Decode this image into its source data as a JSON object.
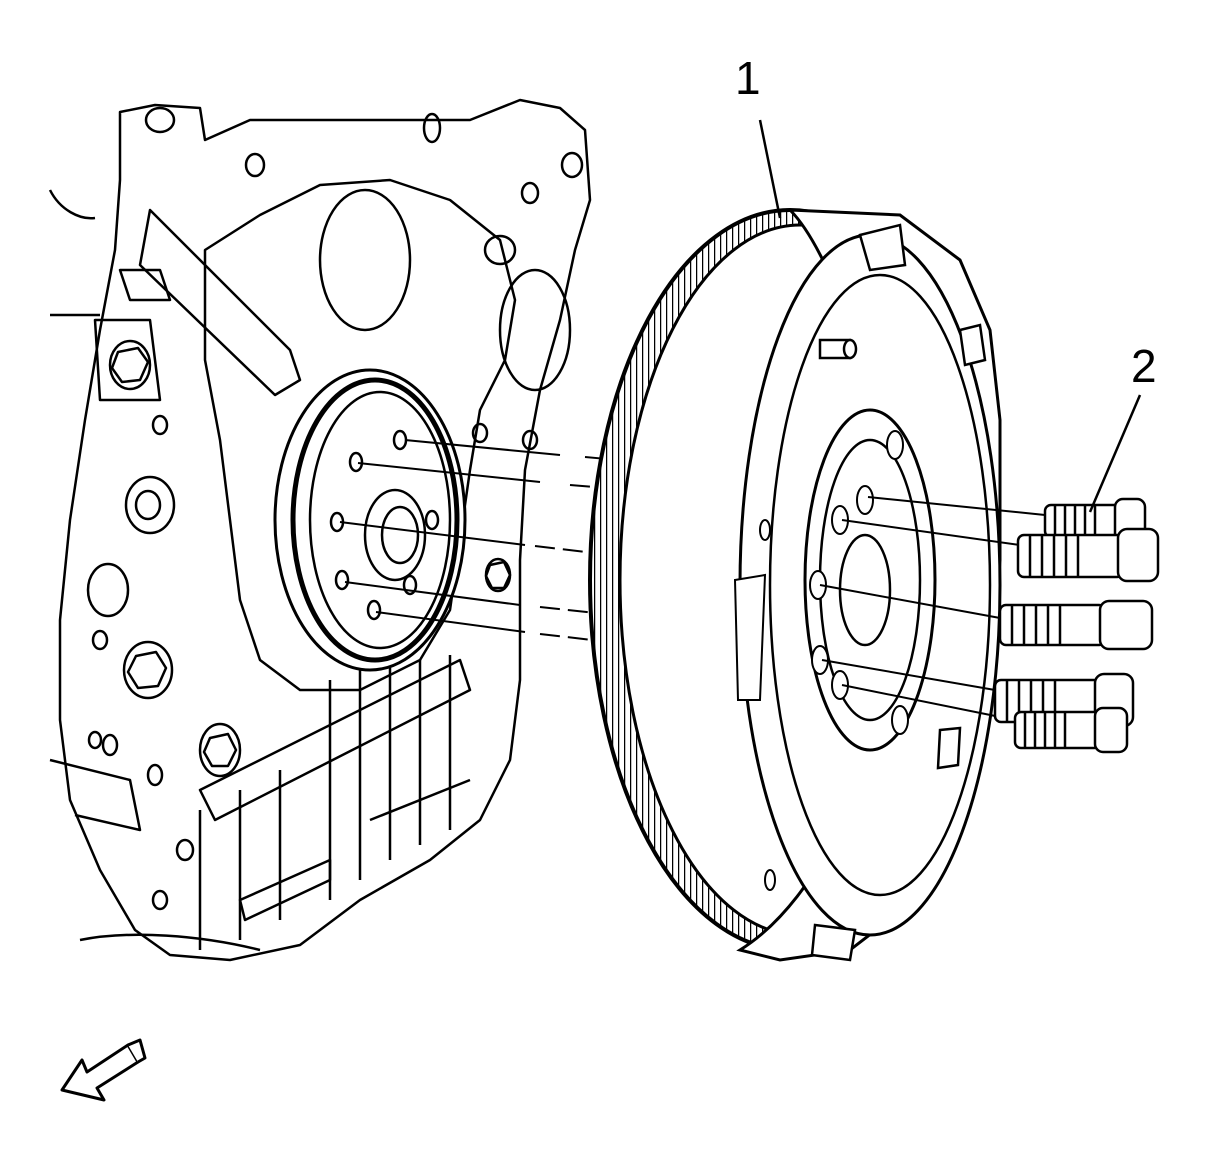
{
  "callouts": [
    {
      "label": "1",
      "part": "flywheel"
    },
    {
      "label": "2",
      "part": "flywheel-bolts"
    }
  ],
  "colors": {
    "ink": "#000000",
    "paper": "#ffffff"
  },
  "icons": [
    "view-direction-arrow-icon"
  ]
}
